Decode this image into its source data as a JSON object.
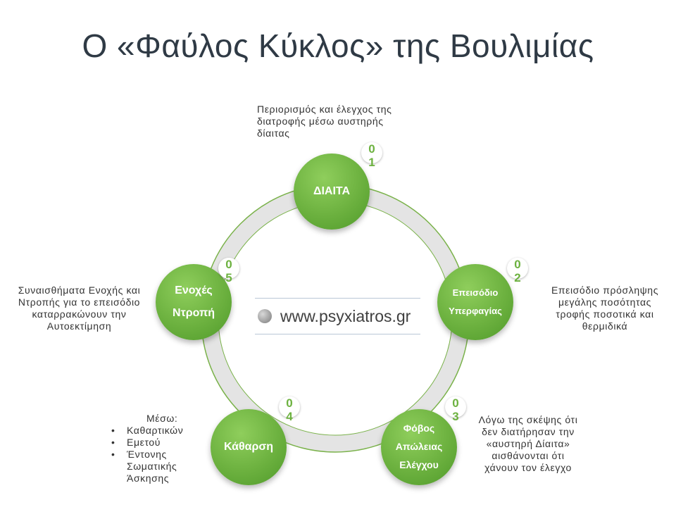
{
  "title": "Ο «Φαύλος Κύκλος» της Βουλιμίας",
  "logo": {
    "text": "www.psyxiatros.gr",
    "icon": "globe-icon"
  },
  "colors": {
    "node": "#6cb13f",
    "ring": "#e4e4e4",
    "ring_border": "#7ab24a",
    "title": "#2f3a45"
  },
  "steps": [
    {
      "number": "0\n1",
      "label": "ΔΙΑΙΤΑ",
      "note": "Περιορισμός και έλεγχος της\nδιατροφής μέσω αυστηρής\nδίαιτας"
    },
    {
      "number": "0\n2",
      "label": "Επεισόδιο\nΥπερφαγίας",
      "note": "Επεισόδιο πρόσληψης\nμεγάλης ποσότητας\nτροφής ποσοτικά και\nθερμιδικά"
    },
    {
      "number": "0\n3",
      "label": "Φόβος\nΑπώλειας\nΕλέγχου",
      "note": "Λόγω της σκέψης ότι\nδεν διατήρησαν την\n«αυστηρή Δίαιτα»\nαισθάνονται ότι\nχάνουν τον έλεγχο"
    },
    {
      "number": "0\n4",
      "label": "Κάθαρση",
      "note_heading": "Μέσω:",
      "note_items": [
        "Καθαρτικών",
        "Εμετού",
        "Έντονης Σωματικής Άσκησης"
      ]
    },
    {
      "number": "0\n5",
      "label": "Ενοχές\nΝτροπή",
      "note": "Συναισθήματα Ενοχής και\nΝτροπής για το επεισόδιο\nκαταρρακώνουν την\nΑυτοεκτίμηση"
    }
  ]
}
